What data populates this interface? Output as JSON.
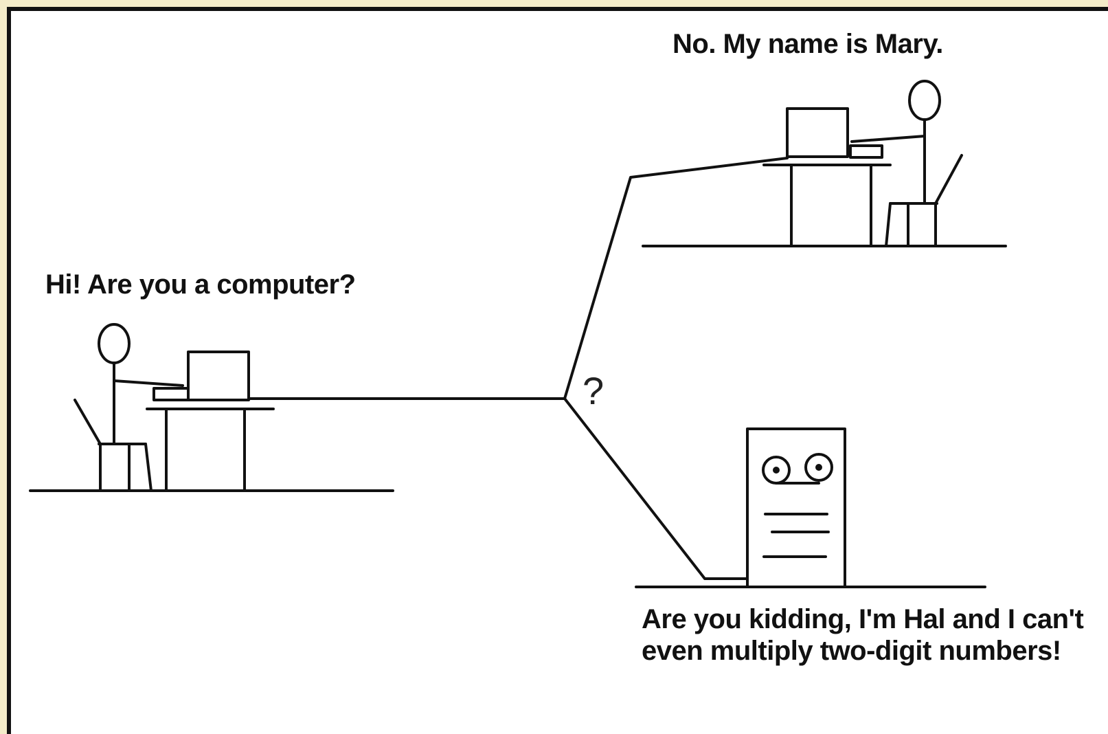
{
  "captions": {
    "mary": "No.  My name is Mary.",
    "user": "Hi! Are you a computer?",
    "hal": "Are you kidding, I'm Hal and I can't even multiply two-digit numbers!"
  },
  "junction_label": "?",
  "colors": {
    "background_outer": "#f4ecc9",
    "panel": "#ffffff",
    "ink": "#111111"
  }
}
